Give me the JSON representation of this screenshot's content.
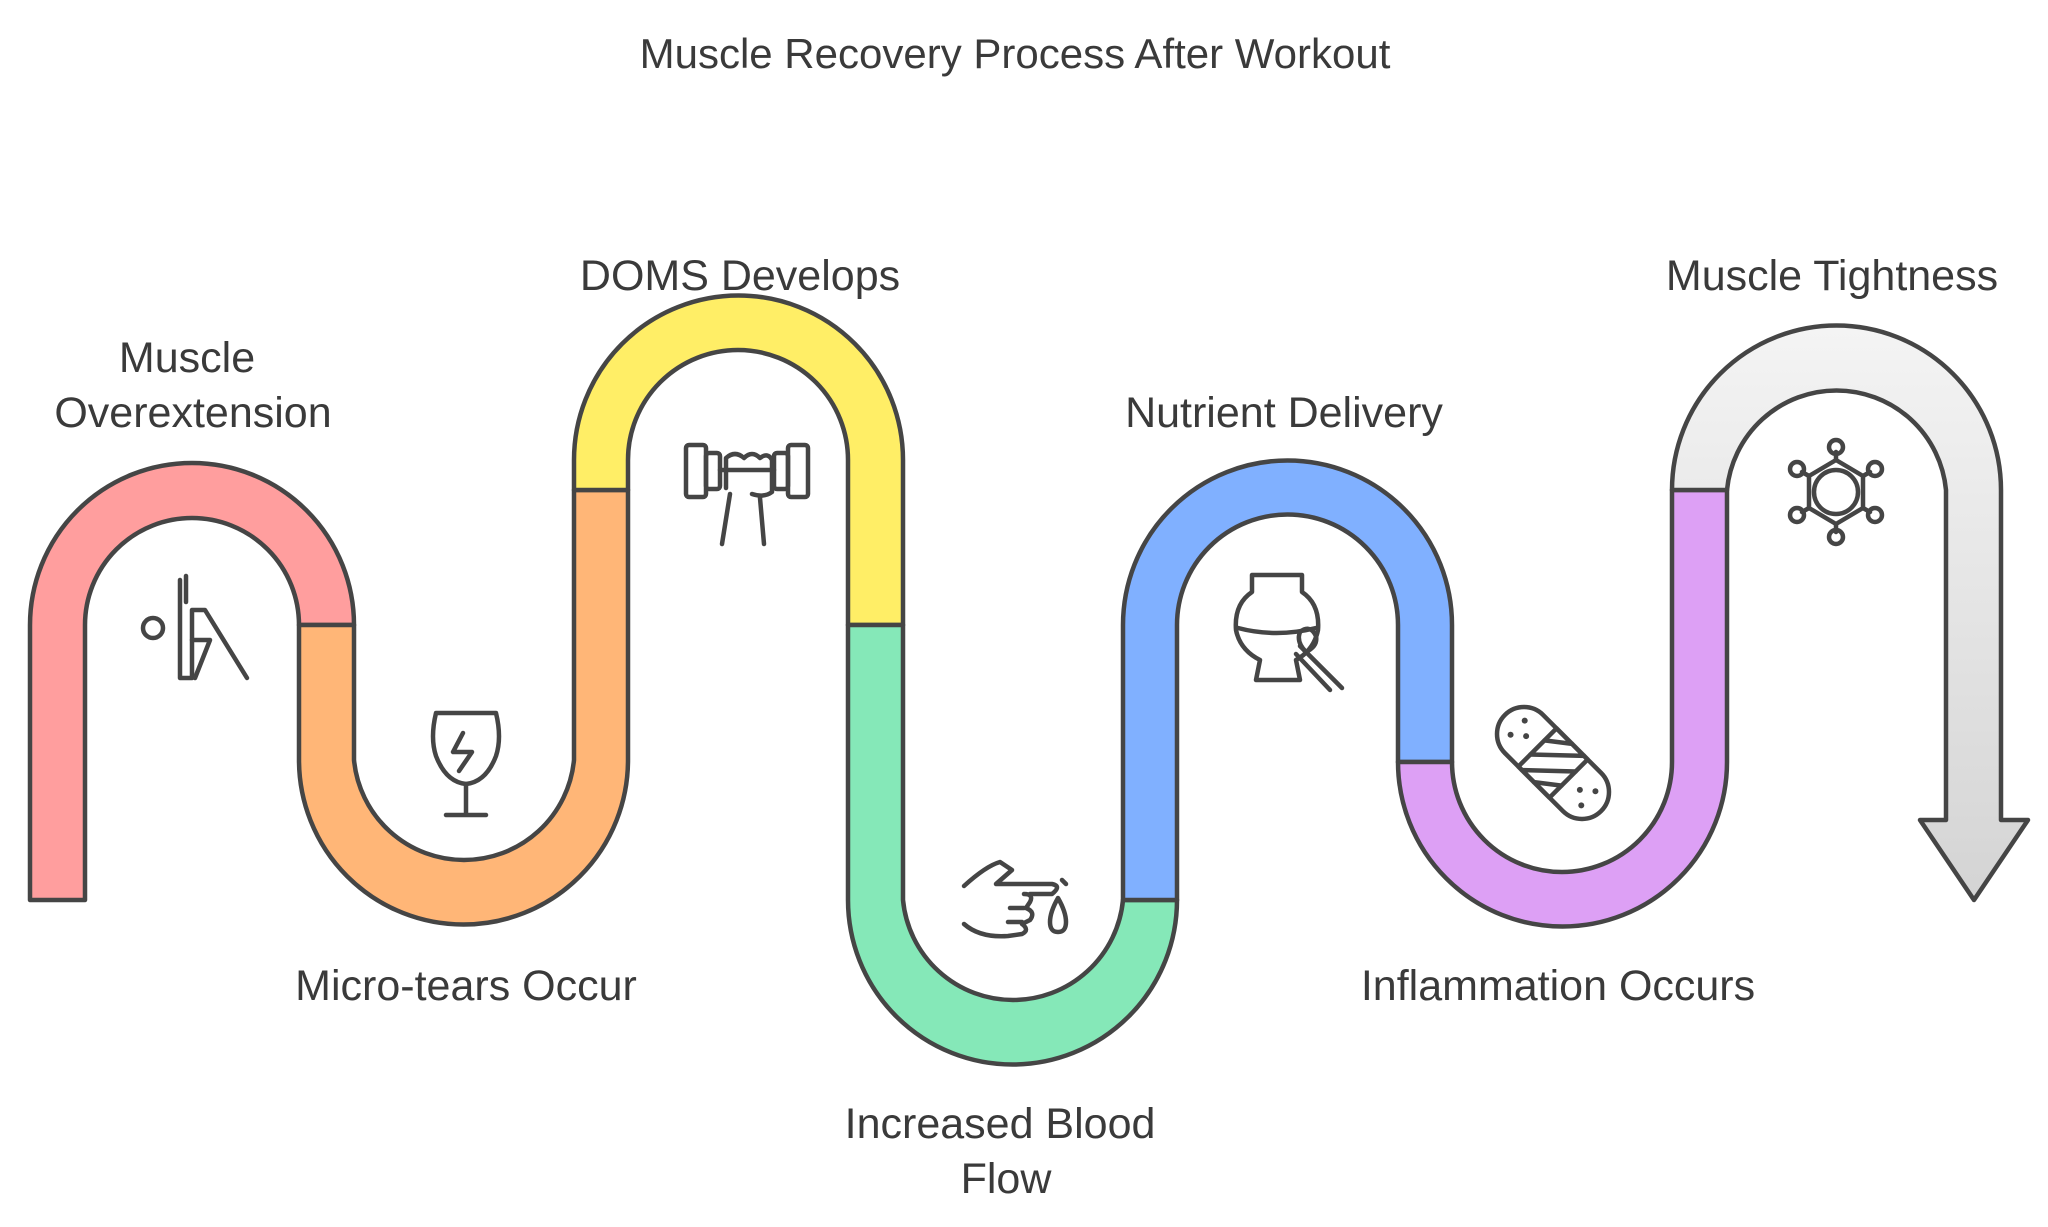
{
  "title": "Muscle Recovery Process After Workout",
  "steps": [
    {
      "lines": [
        "Muscle",
        "Overextension"
      ],
      "icon": "stretching-person-icon",
      "color": "#ff9e9e"
    },
    {
      "lines": [
        "Micro-tears Occur"
      ],
      "icon": "broken-glass-icon",
      "color": "#ffb677"
    },
    {
      "lines": [
        "DOMS Develops"
      ],
      "icon": "dumbbell-grip-icon",
      "color": "#ffee66"
    },
    {
      "lines": [
        "Increased Blood",
        "Flow"
      ],
      "icon": "finger-blood-drop-icon",
      "color": "#85e8b8"
    },
    {
      "lines": [
        "Nutrient Delivery"
      ],
      "icon": "vase-brush-icon",
      "color": "#80b0ff"
    },
    {
      "lines": [
        "Inflammation Occurs"
      ],
      "icon": "bandage-icon",
      "color": "#dda0f5"
    },
    {
      "lines": [
        "Muscle Tightness"
      ],
      "icon": "gear-star-icon",
      "color": "#f2f2f2"
    }
  ],
  "colors": {
    "outline": "#454545",
    "text": "#3a3a3a"
  }
}
